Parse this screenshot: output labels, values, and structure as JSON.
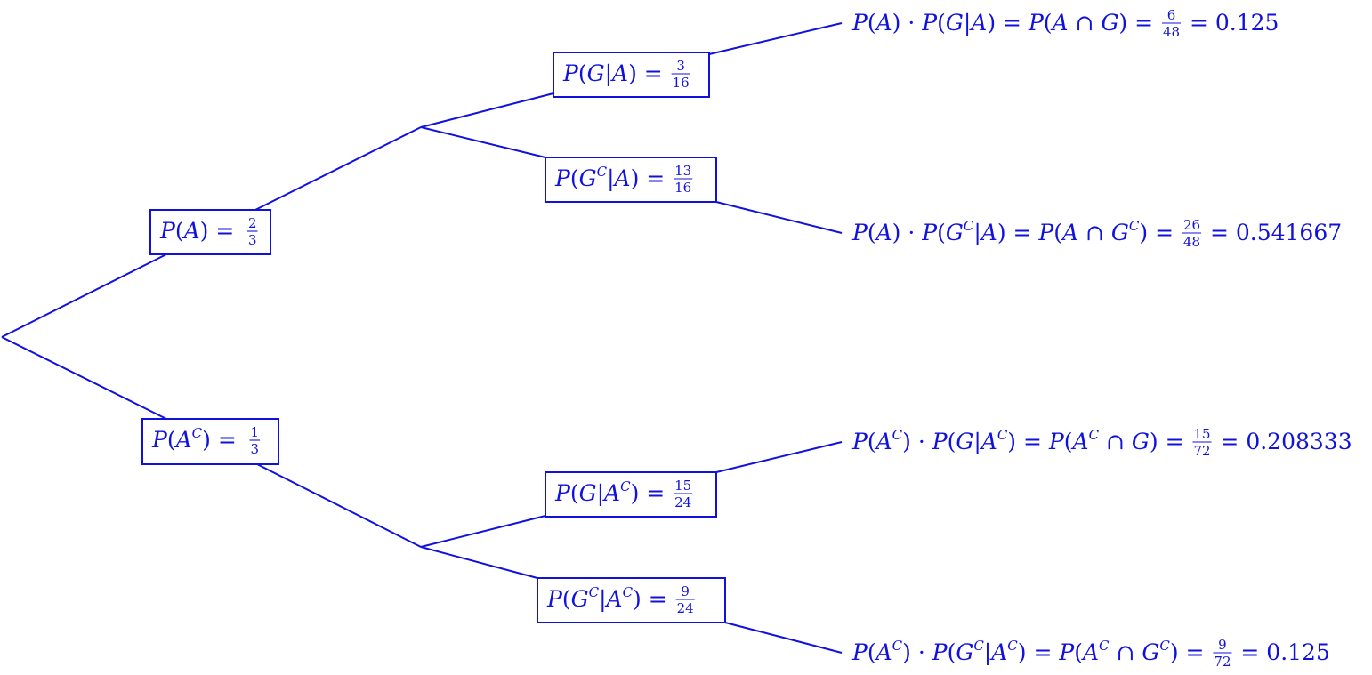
{
  "color": "#1111dd",
  "first_level": [
    {
      "id": "A",
      "event": "A",
      "complement": false,
      "num": "2",
      "den": "3"
    },
    {
      "id": "AC",
      "event": "A",
      "complement": true,
      "num": "1",
      "den": "3"
    }
  ],
  "second_level": [
    {
      "id": "G_given_A",
      "event": "G",
      "given": "A",
      "complement": false,
      "given_complement": false,
      "num": "3",
      "den": "16"
    },
    {
      "id": "GC_given_A",
      "event": "G",
      "given": "A",
      "complement": true,
      "given_complement": false,
      "num": "13",
      "den": "16"
    },
    {
      "id": "G_given_AC",
      "event": "G",
      "given": "A",
      "complement": false,
      "given_complement": true,
      "num": "15",
      "den": "24"
    },
    {
      "id": "GC_given_AC",
      "event": "G",
      "given": "A",
      "complement": true,
      "given_complement": true,
      "num": "9",
      "den": "24"
    }
  ],
  "outcomes": [
    {
      "id": "A_and_G",
      "a_complement": false,
      "g_complement": false,
      "num": "6",
      "den": "48",
      "decimal": "0.125"
    },
    {
      "id": "A_and_GC",
      "a_complement": false,
      "g_complement": true,
      "num": "26",
      "den": "48",
      "decimal": "0.541667"
    },
    {
      "id": "AC_and_G",
      "a_complement": true,
      "g_complement": false,
      "num": "15",
      "den": "72",
      "decimal": "0.208333"
    },
    {
      "id": "AC_and_GC",
      "a_complement": true,
      "g_complement": true,
      "num": "9",
      "den": "72",
      "decimal": "0.125"
    }
  ]
}
